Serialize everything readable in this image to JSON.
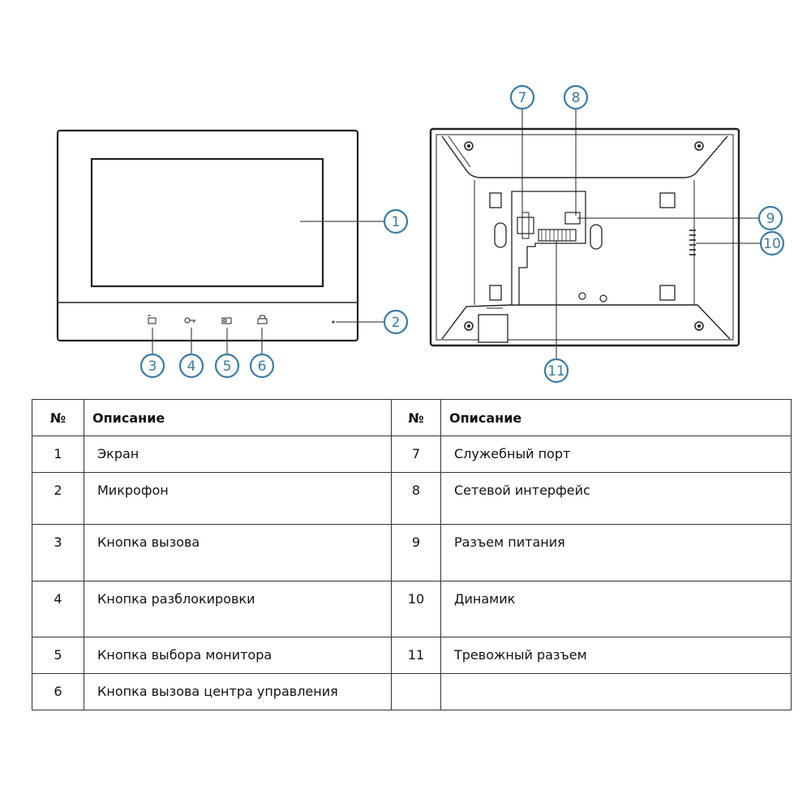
{
  "callouts": [
    "1",
    "2",
    "3",
    "4",
    "5",
    "6",
    "7",
    "8",
    "9",
    "10",
    "11"
  ],
  "table": {
    "headers": {
      "num": "№",
      "desc": "Описание"
    },
    "rows": [
      {
        "left_num": "1",
        "left_desc": "Экран",
        "right_num": "7",
        "right_desc": "Служебный порт"
      },
      {
        "left_num": "2",
        "left_desc": "Микрофон",
        "right_num": "8",
        "right_desc": "Сетевой интерфейс"
      },
      {
        "left_num": "3",
        "left_desc": "Кнопка вызова",
        "right_num": "9",
        "right_desc": "Разъем питания"
      },
      {
        "left_num": "4",
        "left_desc": "Кнопка разблокировки",
        "right_num": "10",
        "right_desc": "Динамик"
      },
      {
        "left_num": "5",
        "left_desc": "Кнопка выбора монитора",
        "right_num": "11",
        "right_desc": "Тревожный разъем"
      },
      {
        "left_num": "6",
        "left_desc": "Кнопка вызова центра управления",
        "right_num": "",
        "right_desc": ""
      }
    ]
  },
  "colors": {
    "callout": "#3a7ca5",
    "line": "#222222"
  }
}
